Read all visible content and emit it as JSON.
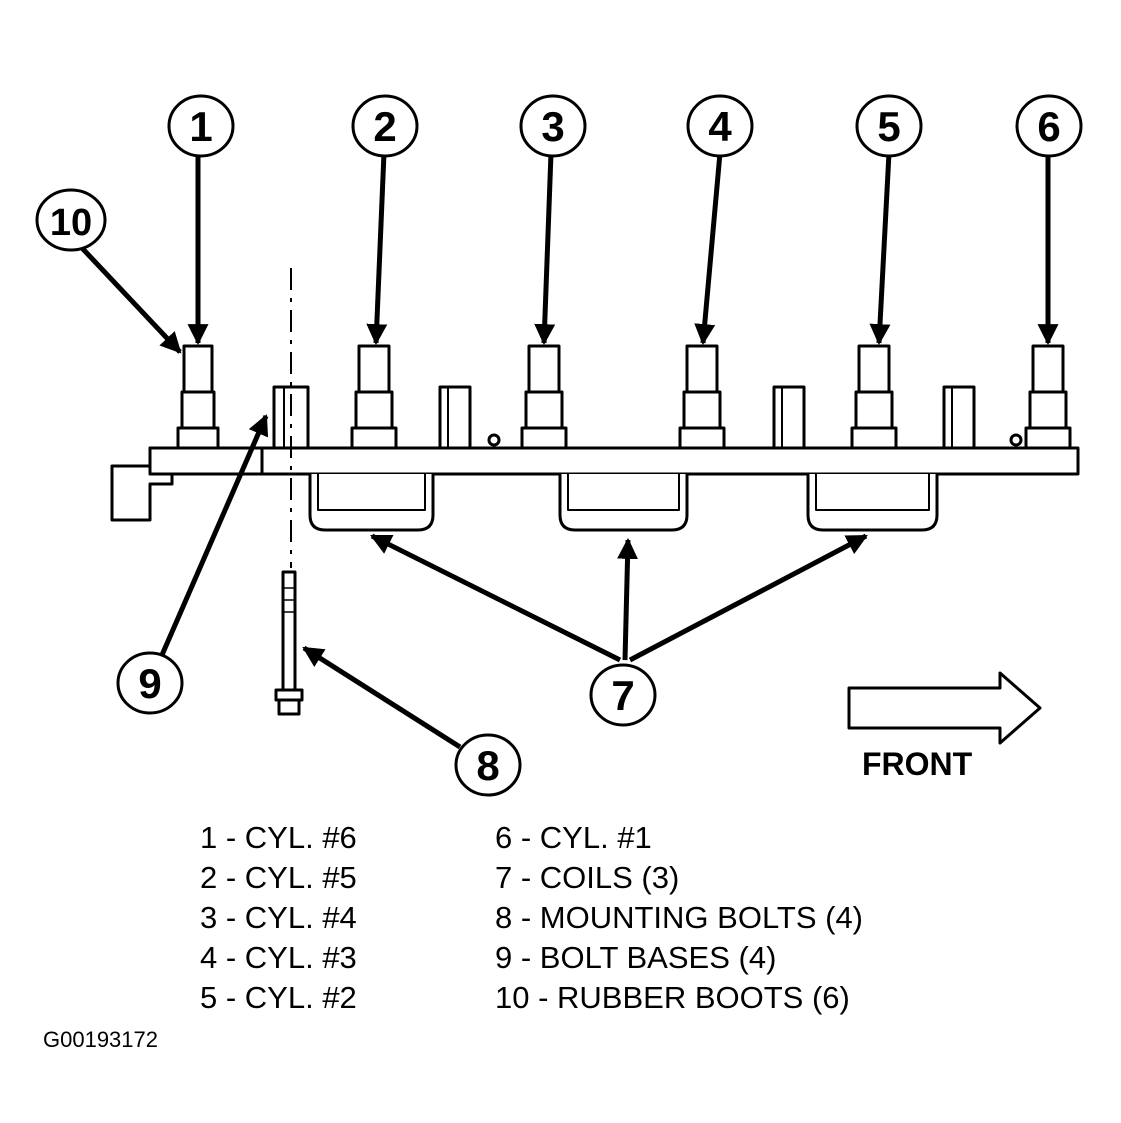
{
  "callouts": [
    "1",
    "2",
    "3",
    "4",
    "5",
    "6",
    "7",
    "8",
    "9",
    "10"
  ],
  "legend": {
    "left": [
      "1 - CYL. #6",
      "2 - CYL. #5",
      "3 - CYL. #4",
      "4 - CYL. #3",
      "5 - CYL. #2"
    ],
    "right": [
      "6 - CYL. #1",
      "7 - COILS (3)",
      "8 - MOUNTING BOLTS (4)",
      "9 - BOLT BASES (4)",
      "10 - RUBBER BOOTS (6)"
    ]
  },
  "direction_label": "FRONT",
  "figure_id": "G00193172"
}
